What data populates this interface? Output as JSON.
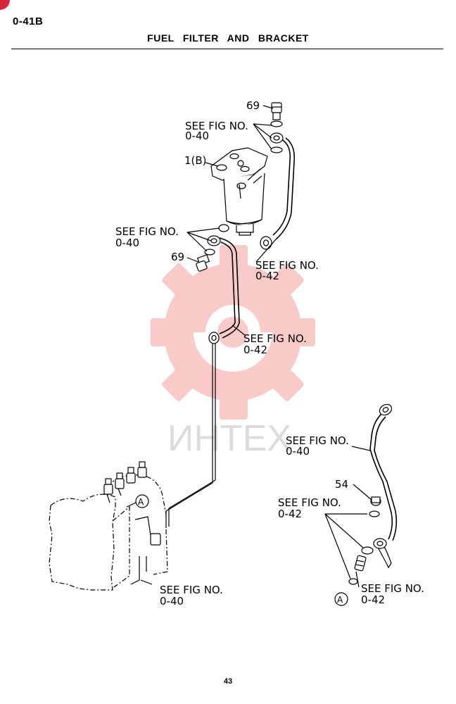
{
  "header": {
    "page_code": "0-41B",
    "title": "FUEL  FILTER  AND  BRACKET"
  },
  "footer": {
    "page_number": "43"
  },
  "watermark": {
    "text": "ИНТЕХ",
    "color": "#e8453c"
  },
  "callouts": {
    "part_69_top": "69",
    "see_0_40_top_a": "SEE FIG NO.",
    "see_0_40_top_b": "0-40",
    "part_1b": "1(B)",
    "see_0_40_mid_a": "SEE FIG NO.",
    "see_0_40_mid_b": "0-40",
    "part_69_mid": "69",
    "see_0_42_right_a": "SEE FIG NO.",
    "see_0_42_right_b": "0-42",
    "see_0_42_mid_a": "SEE FIG NO.",
    "see_0_42_mid_b": "0-42",
    "see_0_40_br_a": "SEE FIG NO.",
    "see_0_40_br_b": "0-40",
    "part_54": "54",
    "see_0_42_br_a": "SEE FIG NO.",
    "see_0_42_br_b": "0-42",
    "see_0_40_bl_a": "SEE FIG NO.",
    "see_0_40_bl_b": "0-40",
    "see_0_42_bb_a": "SEE FIG NO.",
    "see_0_42_bb_b": "0-42",
    "ref_a_left": "A",
    "ref_a_right": "A"
  }
}
